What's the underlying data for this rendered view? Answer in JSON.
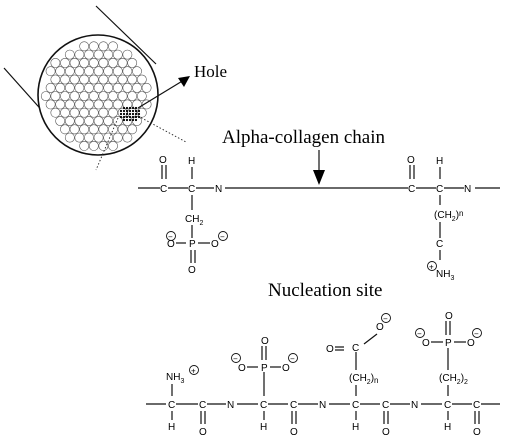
{
  "labels": {
    "hole": "Hole",
    "chain": "Alpha-collagen chain",
    "nucleation": "Nucleation site"
  },
  "atoms": {
    "O": "O",
    "C": "C",
    "H": "H",
    "N": "N",
    "P": "P",
    "CH2": "CH",
    "sub2": "2",
    "subn": "n",
    "NH3": "NH",
    "sub3": "3",
    "minus": "−",
    "plus": "+"
  }
}
